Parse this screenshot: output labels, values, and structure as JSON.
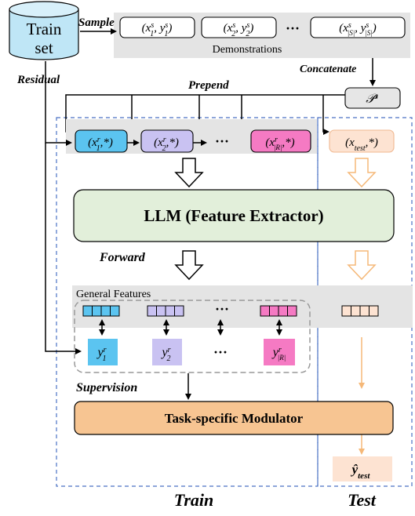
{
  "train_set": {
    "line1": "Train",
    "line2": "set"
  },
  "labels": {
    "sample": "Sample",
    "residual": "Residual",
    "prepend": "Prepend",
    "concatenate": "Concatenate",
    "forward": "Forward",
    "supervision": "Supervision",
    "demonstrations": "Demonstrations",
    "general_features": "General Features"
  },
  "prompt_symbol": {
    "base": "𝒫",
    "sup": "s"
  },
  "demos": {
    "d1": {
      "a": "(x",
      "b": "s",
      "c": "1",
      "d": ", y",
      "e": "s",
      "f": "1",
      "g": ")"
    },
    "d2": {
      "a": "(x",
      "b": "s",
      "c": "2",
      "d": ", y",
      "e": "s",
      "f": "2",
      "g": ")"
    },
    "ellipsis": "···",
    "dS": {
      "a": "(x",
      "b": "s",
      "c": "|S|",
      "d": ", y",
      "e": "s",
      "f": "|S|",
      "g": ")"
    }
  },
  "residual_tokens": {
    "r1": {
      "a": "(x",
      "b": "r",
      "c": "1",
      "d": ",*)"
    },
    "r2": {
      "a": "(x",
      "b": "r",
      "c": "2",
      "d": ",*)"
    },
    "ellipsis": "···",
    "rR": {
      "a": "(x",
      "b": "r",
      "c": "|R|",
      "d": ",*)"
    }
  },
  "test_token": {
    "a": "(x",
    "b": "test",
    "c": ",*)"
  },
  "llm_label": "LLM (Feature Extractor)",
  "labels_y": {
    "y1": {
      "a": "y",
      "b": "r",
      "c": "1"
    },
    "y2": {
      "a": "y",
      "b": "r",
      "c": "2"
    },
    "ellipsis": "···",
    "yR": {
      "a": "y",
      "b": "r",
      "c": "|R|"
    }
  },
  "feature_ellipsis": "···",
  "modulator_label": "Task-specific Modulator",
  "output": {
    "a": "ŷ",
    "b": "test"
  },
  "footer": {
    "train": "Train",
    "test": "Test"
  },
  "colors": {
    "blue": "#5bc4f0",
    "lavender": "#c9c2f2",
    "pink": "#f57ac3",
    "peach": "#fde3d2",
    "llm_green": "#e2efda",
    "modulator_orange": "#f7c592",
    "gray_band": "#e4e4e4",
    "dashed_blue": "#4a72c4"
  }
}
